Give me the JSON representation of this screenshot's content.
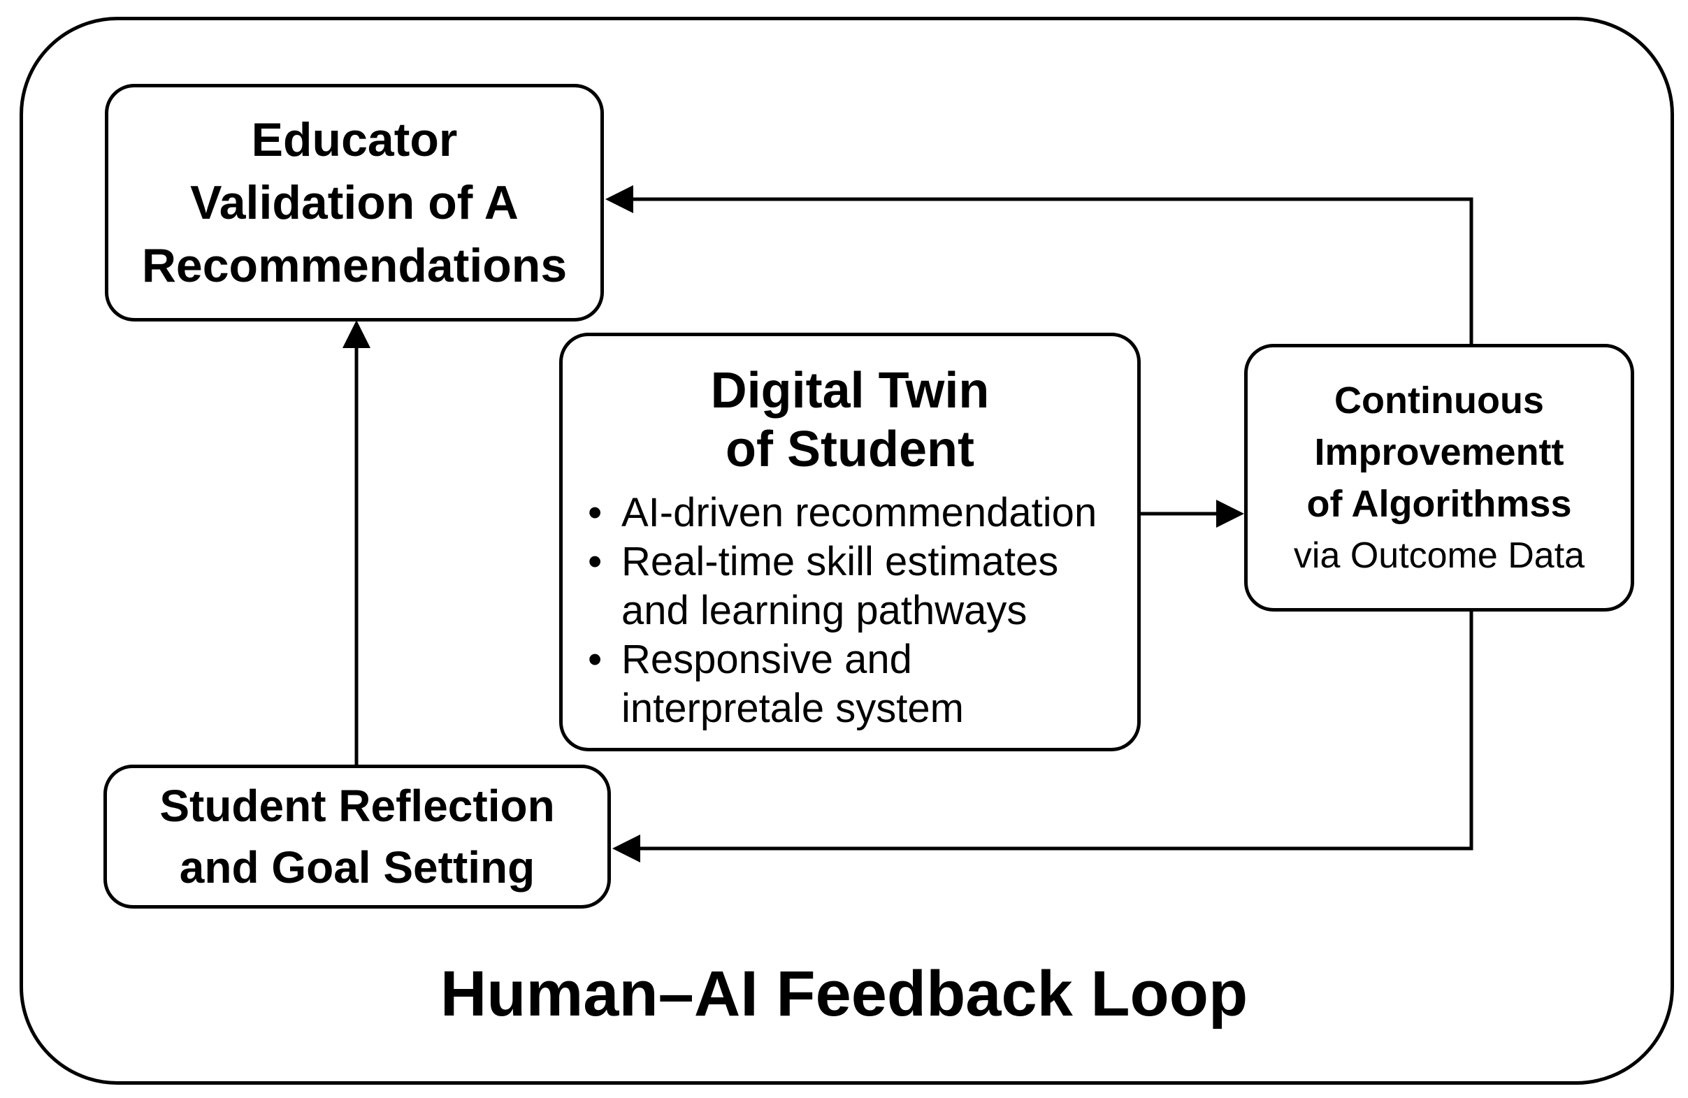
{
  "diagram": {
    "title": "Human–AI Feedback Loop",
    "colors": {
      "ink": "#000000",
      "background": "#ffffff"
    },
    "nodes": {
      "educator_validation": {
        "lines": [
          "Educator",
          "Validation of A",
          "Recommendations"
        ]
      },
      "digital_twin": {
        "title_lines": [
          "Digital Twin",
          "of Student"
        ],
        "bullet_marker": "•",
        "bullets": [
          {
            "lines": [
              "AI-driven recommendation"
            ]
          },
          {
            "lines": [
              "Real-time skill estimates",
              "and learning pathways"
            ]
          },
          {
            "lines": [
              "Responsive and",
              "interpretale system"
            ]
          }
        ]
      },
      "continuous_improvement": {
        "bold_lines": [
          "Continuous",
          "Improvementt",
          "of Algorithmss"
        ],
        "subtitle": "via Outcome Data"
      },
      "student_reflection": {
        "lines": [
          "Student Reflection",
          "and Goal Setting"
        ]
      }
    },
    "edges": [
      {
        "from": "digital_twin",
        "to": "continuous_improvement"
      },
      {
        "from": "continuous_improvement",
        "to": "educator_validation"
      },
      {
        "from": "continuous_improvement",
        "to": "student_reflection"
      },
      {
        "from": "student_reflection",
        "to": "educator_validation"
      }
    ]
  }
}
